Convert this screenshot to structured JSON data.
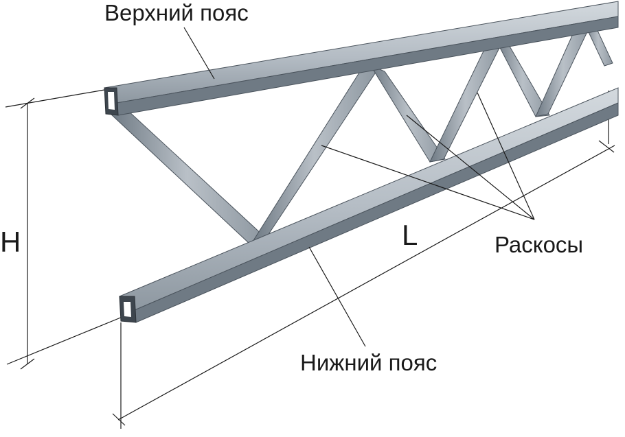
{
  "labels": {
    "top_chord": "Верхний пояс",
    "bottom_chord": "Нижний пояс",
    "web_members": "Раскосы",
    "height": "H",
    "length": "L"
  },
  "colors": {
    "steel_face": "#b4bcc4",
    "steel_shade": "#6f7a84",
    "steel_dark": "#4a535c",
    "steel_light": "#d3d9de",
    "line": "#1a1a1a"
  }
}
